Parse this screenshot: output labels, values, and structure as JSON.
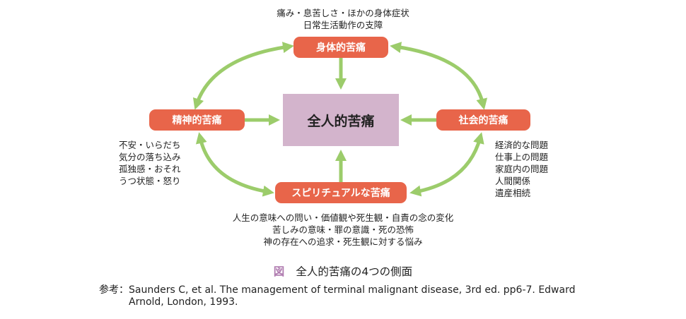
{
  "colors": {
    "node": "#e8654a",
    "center": "#d3b4cc",
    "arrow": "#9ccc6b",
    "mark": "#b07cb0"
  },
  "center": {
    "label": "全人的苦痛"
  },
  "nodes": {
    "physical": "身体的苦痛",
    "mental": "精神的苦痛",
    "social": "社会的苦痛",
    "spiritual": "スピリチュアルな苦痛"
  },
  "notes": {
    "physical": [
      "痛み・息苦しさ・ほかの身体症状",
      "日常生活動作の支障"
    ],
    "mental": [
      "不安・いらだち",
      "気分の落ち込み",
      "孤独感・おそれ",
      "うつ状態・怒り"
    ],
    "social": [
      "経済的な問題",
      "仕事上の問題",
      "家庭内の問題",
      "人間関係",
      "遺産相続"
    ],
    "spiritual": [
      "人生の意味への問い・価値観や死生観・自責の念の変化",
      "苦しみの意味・罪の意識・死の恐怖",
      "神の存在への追求・死生観に対する悩み"
    ]
  },
  "caption": {
    "mark": "図",
    "text": "全人的苦痛の4つの側面"
  },
  "reference": {
    "label": "参考：",
    "text": "Saunders C, et al. The management of terminal malignant disease, 3rd ed. pp6-7. Edward Arnold, London, 1993."
  }
}
